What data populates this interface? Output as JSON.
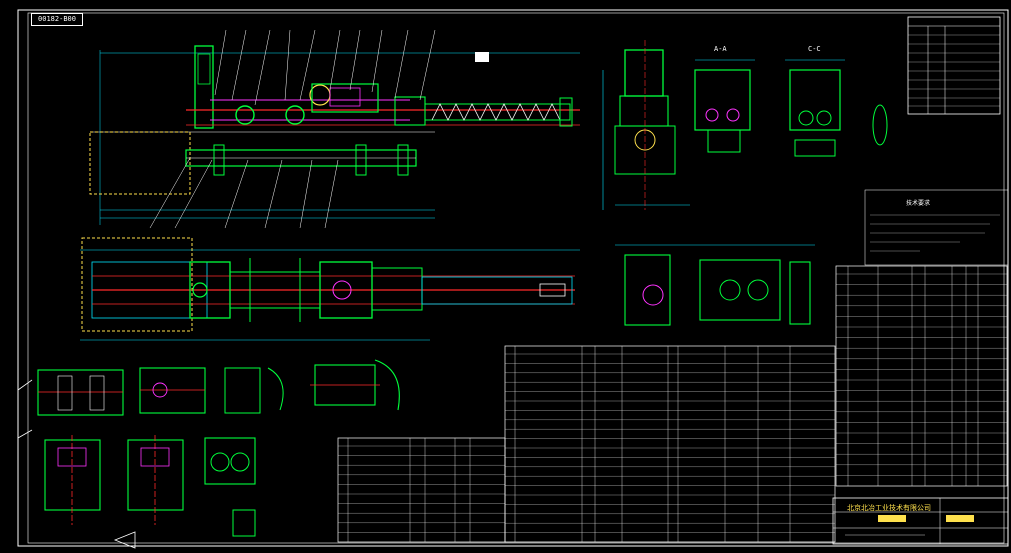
{
  "drawing": {
    "frame_tag": "00182-B00",
    "section_a": "A-A",
    "section_c": "C-C",
    "notes_title": "技术要求",
    "company": "北京北冶工业技术有限公司"
  },
  "colors": {
    "background": "#000000",
    "frame": "#ffffff",
    "part": "#00ff3c",
    "centerline": "#ff2a2a",
    "dimension": "#00e5ff",
    "text": "#ffffff",
    "highlight": "#ffe14d",
    "accent": "#ff33ff",
    "blue": "#3b5bff"
  }
}
